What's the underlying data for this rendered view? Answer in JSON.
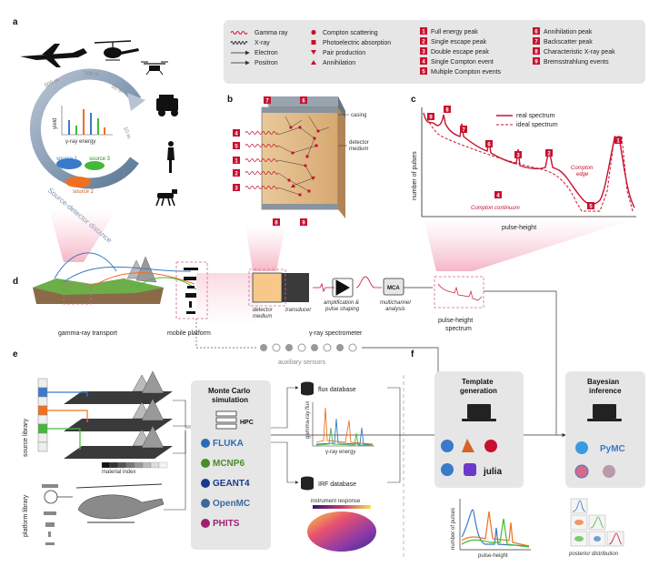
{
  "panels": {
    "a": "a",
    "b": "b",
    "c": "c",
    "d": "d",
    "e": "e",
    "f": "f"
  },
  "legend": {
    "col1": [
      {
        "label": "Gamma ray",
        "icon": "gamma-wave-icon"
      },
      {
        "label": "X-ray",
        "icon": "xray-wave-icon"
      },
      {
        "label": "Electron",
        "icon": "arrow-thin-icon"
      },
      {
        "label": "Positron",
        "icon": "arrow-thin-icon"
      }
    ],
    "col2": [
      {
        "label": "Compton scattering",
        "icon": "circle-icon"
      },
      {
        "label": "Photoelectric absorption",
        "icon": "square-icon"
      },
      {
        "label": "Pair production",
        "icon": "triangle-down-icon"
      },
      {
        "label": "Annihilation",
        "icon": "triangle-up-icon"
      }
    ],
    "col3": [
      {
        "num": "1",
        "label": "Full energy peak"
      },
      {
        "num": "2",
        "label": "Single escape peak"
      },
      {
        "num": "3",
        "label": "Double escape peak"
      },
      {
        "num": "4",
        "label": "Single Compton event"
      },
      {
        "num": "5",
        "label": "Multiple Compton events"
      }
    ],
    "col4": [
      {
        "num": "6",
        "label": "Annihilation peak"
      },
      {
        "num": "7",
        "label": "Backscatter peak"
      },
      {
        "num": "8",
        "label": "Characteristic X-ray peak"
      },
      {
        "num": "9",
        "label": "Bremsstrahlung events"
      }
    ]
  },
  "a": {
    "distances": [
      "500 m",
      "100 m",
      "50 m",
      "10 m",
      "1 m"
    ],
    "axis_title": "Source-detector distance",
    "yield": "yield",
    "energy": "γ-ray energy",
    "sources": [
      "source 1",
      "source 3",
      "source 2"
    ]
  },
  "b": {
    "casing": "casing",
    "detector": "detector",
    "medium": "medium",
    "labels_left": [
      "4",
      "5",
      "1",
      "2",
      "3"
    ],
    "labels_top": [
      "7",
      "6"
    ],
    "labels_bottom": [
      "8",
      "9"
    ]
  },
  "c": {
    "legend_real": "real spectrum",
    "legend_ideal": "ideal spectrum",
    "ylabel": "number of pulses",
    "xlabel": "pulse-height",
    "compton_edge_1": "Compton",
    "compton_edge_2": "edge",
    "compton_continuum": "Compton continuum",
    "markers": [
      "9",
      "8",
      "7",
      "6",
      "3",
      "2",
      "1",
      "4",
      "5"
    ]
  },
  "d": {
    "transport": "gamma-ray transport",
    "platform": "mobile platform",
    "detector_1": "detector",
    "detector_2": "medium",
    "transducer": "transducer",
    "amp_1": "amplification &",
    "amp_2": "pulse shaping",
    "mca": "MCA",
    "mca_1": "multichannel",
    "mca_2": "analysis",
    "spectrometer": "γ-ray spectrometer",
    "phs_1": "pulse-height",
    "phs_2": "spectrum",
    "aux": "auxiliary sensors"
  },
  "e": {
    "source_library": "source library",
    "platform_library": "platform library",
    "material_index": "material index",
    "mc_title_1": "Monte Carlo",
    "mc_title_2": "simulation",
    "hpc": "HPC",
    "codes": [
      "FLUKA",
      "MCNP6",
      "GEANT4",
      "OpenMC",
      "PHITS"
    ],
    "flux_db": "flux database",
    "flux_ylabel": "gamma-ray flux",
    "flux_xlabel": "γ-ray energy",
    "irf_db": "IRF database",
    "instrument_response": "instrument response"
  },
  "f": {
    "template_1": "Template",
    "template_2": "generation",
    "bayes_1": "Bayesian",
    "bayes_2": "inference",
    "julia": "julia",
    "pymc": "PyMC",
    "ylabel": "number of pulses",
    "xlabel": "pulse-height",
    "posterior": "posterior distribution"
  },
  "colors": {
    "accent_red": "#c8102e",
    "pink": "#f3b6c4",
    "panel_grey": "#e6e6e6",
    "blue": "#3a7ac8",
    "orange": "#f07020",
    "green": "#44b83a"
  }
}
